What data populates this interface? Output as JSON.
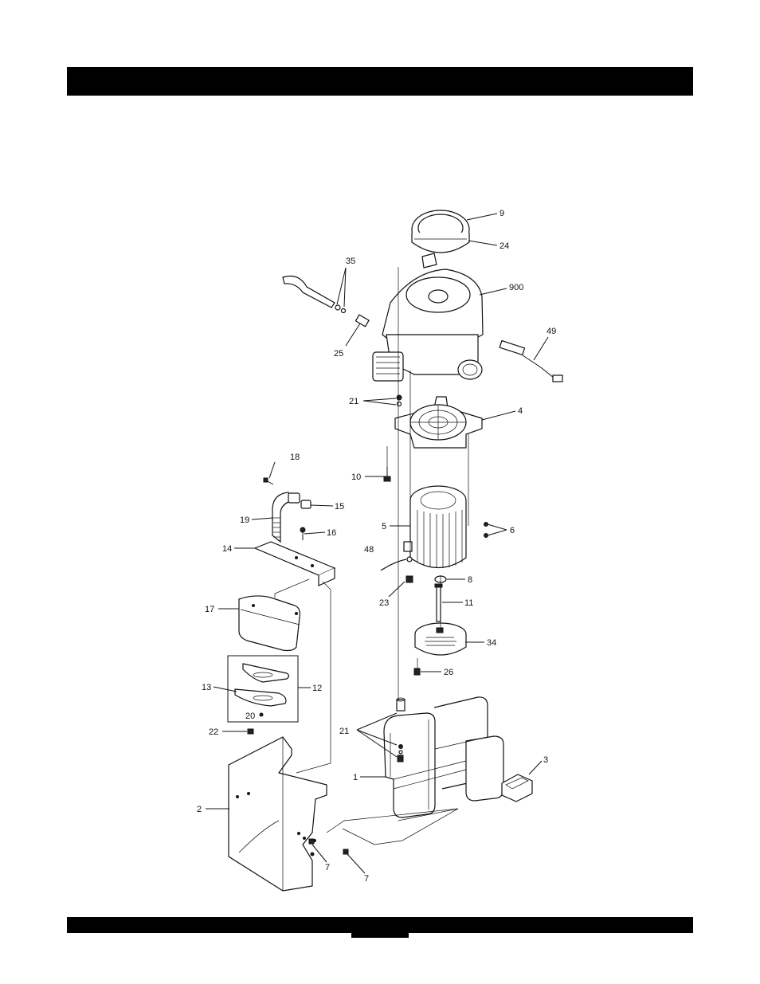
{
  "callouts": {
    "c9": "9",
    "c24": "24",
    "c35": "35",
    "c900": "900",
    "c49": "49",
    "c25": "25",
    "c21a": "21",
    "c4": "4",
    "c18": "18",
    "c10": "10",
    "c15": "15",
    "c19": "19",
    "c5": "5",
    "c6": "6",
    "c16": "16",
    "c14": "14",
    "c48": "48",
    "c8": "8",
    "c23": "23",
    "c11": "11",
    "c17": "17",
    "c34": "34",
    "c26": "26",
    "c13": "13",
    "c12": "12",
    "c20": "20",
    "c22": "22",
    "c21b": "21",
    "c3": "3",
    "c1": "1",
    "c2": "2",
    "c7a": "7",
    "c7b": "7"
  }
}
